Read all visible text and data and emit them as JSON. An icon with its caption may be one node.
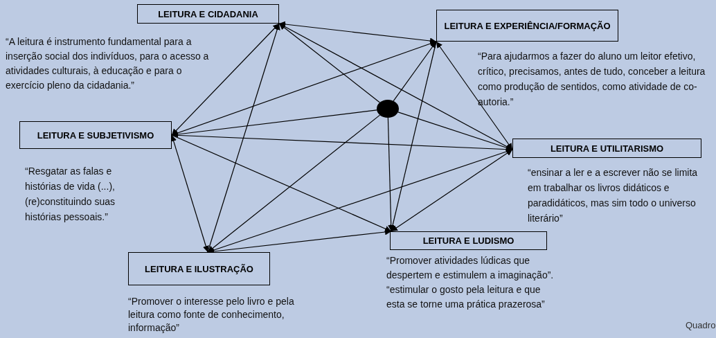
{
  "diagram": {
    "nodes": [
      {
        "text": [
          "LEITURA E CIDADANIA"
        ],
        "beside": [
          "“A leitura é instrumento fundamental para a inserção social dos indivíduos, para o acesso a atividades culturais, à educação e para o exercício pleno da cidadania.”"
        ]
      },
      {
        "text": [
          "LEITURA E EXPERIÊNCIA/FORMAÇÃO"
        ],
        "beside": [
          "“Para ajudarmos a fazer do aluno um leitor efetivo, crítico, precisamos, antes de tudo, conceber a leitura como produção de sentidos, como atividade de co-autoria.”"
        ]
      },
      {
        "text": [
          "LEITURA E SUBJETIVISMO"
        ],
        "beside": [
          "“Resgatar as falas e histórias de vida (...), (re)constituindo suas histórias pessoais.”"
        ]
      },
      {
        "text": [
          "LEITURA E UTILITARISMO"
        ],
        "beside": [
          "“ensinar a ler e a escrever não se limita em trabalhar os livros didáticos e paradidáticos, mas sim todo o universo literário”"
        ]
      },
      {
        "text": [
          "LEITURA E LUDISMO"
        ],
        "beside": [
          "“Promover atividades lúdicas que despertem e estimulem a imaginação”. “estimular o gosto pela leitura  e que esta se torne uma prática prazerosa”"
        ]
      },
      {
        "text": [
          "LEITURA E ILUSTRAÇÃO"
        ],
        "beside": [
          "“Promover o interesse pelo livro e pela leitura como fonte de conhecimento, informação”"
        ]
      },
      {
        "text": [],
        "shape": "circle"
      }
    ],
    "edges": [
      {
        "from": 0,
        "to": 1,
        "arrow": "both"
      },
      {
        "from": 0,
        "to": 2,
        "arrow": "both"
      },
      {
        "from": 0,
        "to": 3,
        "arrow": "both"
      },
      {
        "from": 5,
        "to": 0,
        "arrow": "to"
      },
      {
        "from": 1,
        "to": 2,
        "arrow": "both"
      },
      {
        "from": 1,
        "to": 3,
        "arrow": "both"
      },
      {
        "from": 1,
        "to": 4,
        "arrow": "to"
      },
      {
        "from": 2,
        "to": 5,
        "arrow": "both"
      },
      {
        "from": 2,
        "to": 3,
        "arrow": "to"
      },
      {
        "from": 2,
        "to": 4,
        "arrow": "to"
      },
      {
        "from": 3,
        "to": 4,
        "arrow": "both"
      },
      {
        "from": 5,
        "to": 3,
        "arrow": "to"
      },
      {
        "from": 5,
        "to": 4,
        "arrow": "both"
      },
      {
        "from": 6,
        "to": 0,
        "arrow": "to"
      },
      {
        "from": 6,
        "to": 1,
        "arrow": "to"
      },
      {
        "from": 6,
        "to": 2,
        "arrow": "to"
      },
      {
        "from": 6,
        "to": 3,
        "arrow": "to"
      },
      {
        "from": 6,
        "to": 4,
        "arrow": "to"
      },
      {
        "from": 6,
        "to": 5,
        "arrow": "to"
      }
    ],
    "labels": [
      "Quadro"
    ]
  }
}
